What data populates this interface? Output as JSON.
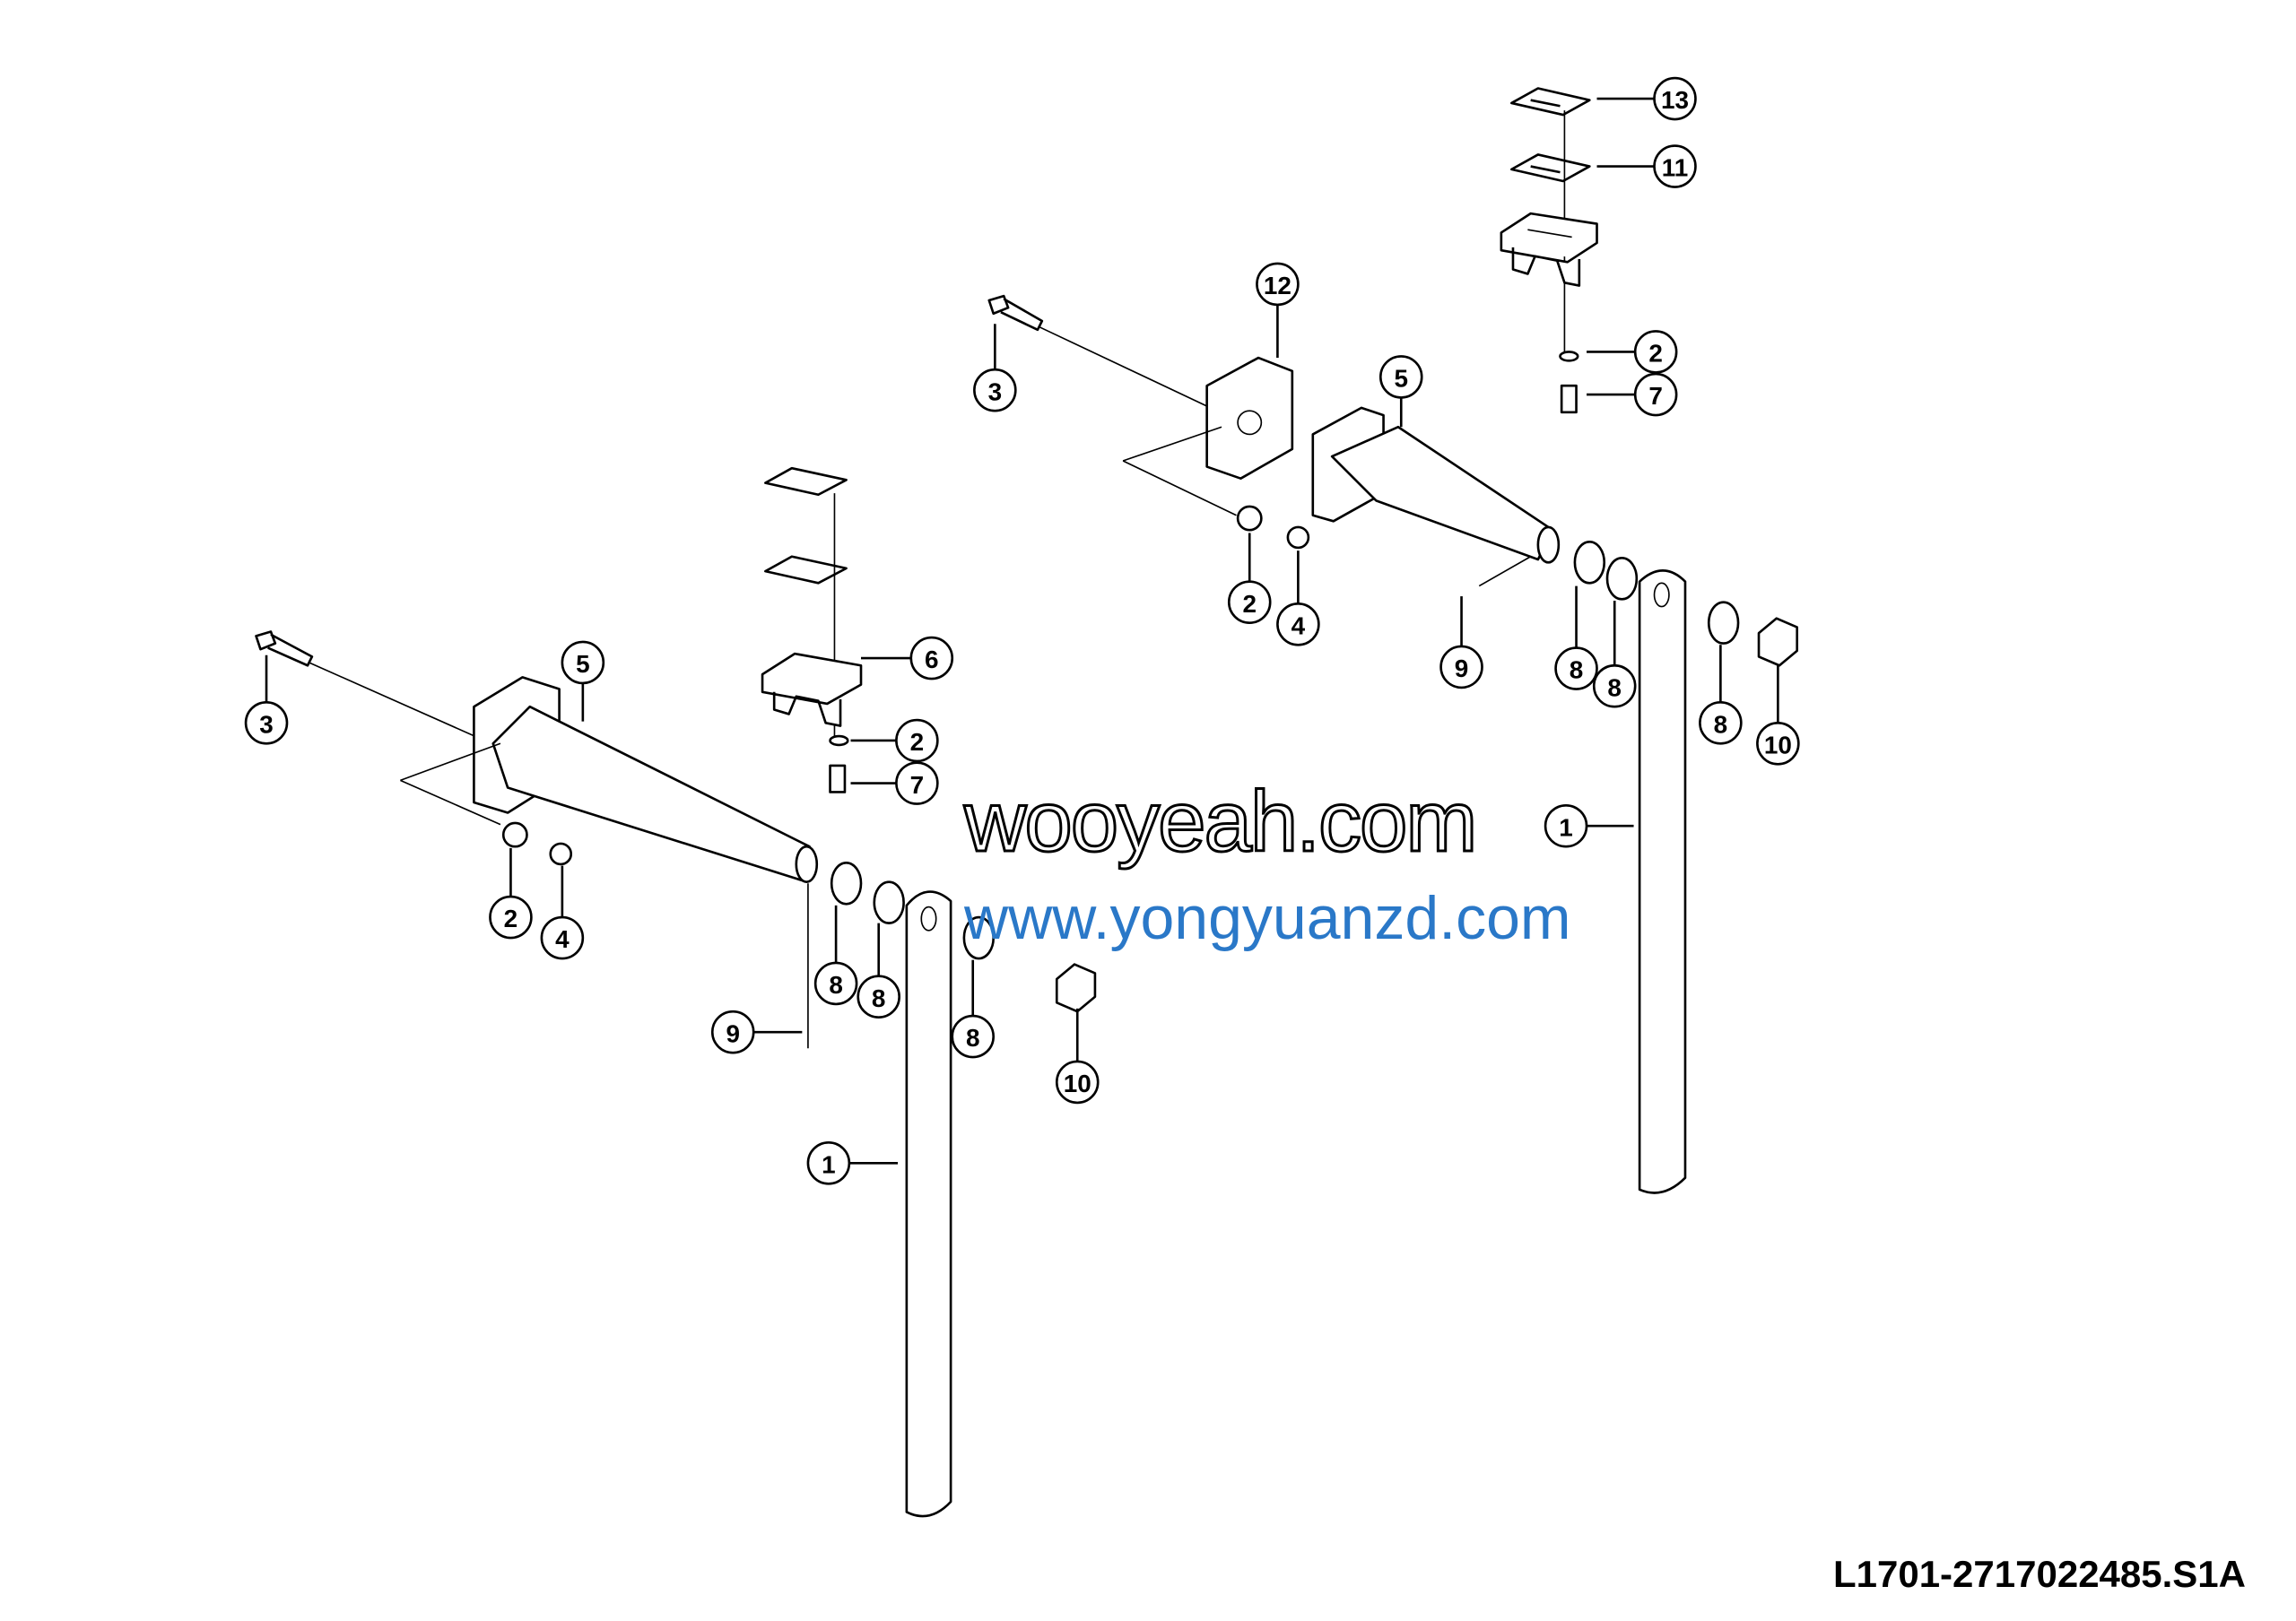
{
  "drawing_number": "L1701-2717022485.S1A",
  "watermarks": [
    "wooyeah.com",
    "www.yongyuanzd.com"
  ],
  "callouts": {
    "right_assembly": [
      "13",
      "11",
      "12",
      "3",
      "5",
      "2",
      "7",
      "2",
      "4",
      "9",
      "8",
      "8",
      "8",
      "10",
      "1"
    ],
    "left_assembly": [
      "5",
      "6",
      "3",
      "2",
      "7",
      "2",
      "4",
      "8",
      "8",
      "8",
      "10",
      "9",
      "1"
    ]
  }
}
